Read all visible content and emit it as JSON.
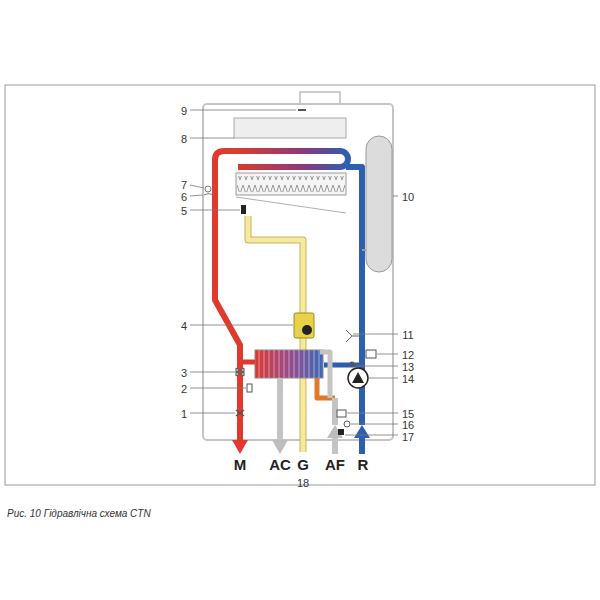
{
  "diagram": {
    "caption": "Рис. 10 Гідравлічна схема CTN",
    "labels": [
      "9",
      "8",
      "7",
      "6",
      "5",
      "4",
      "3",
      "2",
      "1",
      "10",
      "11",
      "12",
      "13",
      "14",
      "15",
      "16",
      "17",
      "M",
      "AC",
      "G",
      "AF",
      "R",
      "18"
    ]
  }
}
